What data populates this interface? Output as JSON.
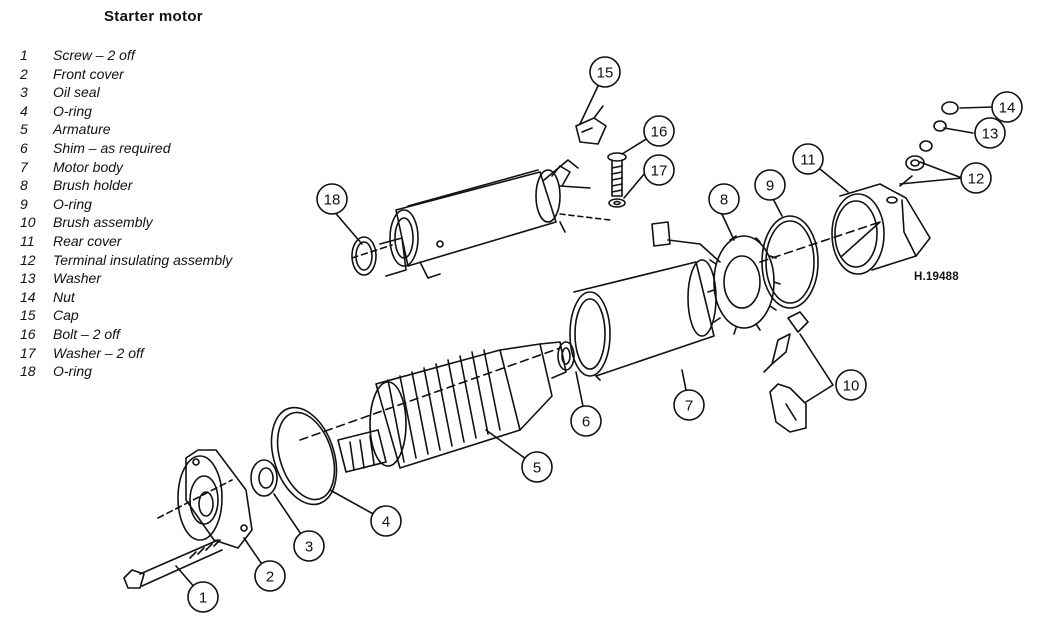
{
  "title": "Starter motor",
  "reference": "H.19488",
  "legend": [
    {
      "num": "1",
      "label": "Screw – 2 off"
    },
    {
      "num": "2",
      "label": "Front cover"
    },
    {
      "num": "3",
      "label": "Oil seal"
    },
    {
      "num": "4",
      "label": "O-ring"
    },
    {
      "num": "5",
      "label": "Armature"
    },
    {
      "num": "6",
      "label": "Shim – as required"
    },
    {
      "num": "7",
      "label": "Motor body"
    },
    {
      "num": "8",
      "label": "Brush holder"
    },
    {
      "num": "9",
      "label": "O-ring"
    },
    {
      "num": "10",
      "label": "Brush assembly"
    },
    {
      "num": "11",
      "label": "Rear cover"
    },
    {
      "num": "12",
      "label": "Terminal insulating assembly"
    },
    {
      "num": "13",
      "label": "Washer"
    },
    {
      "num": "14",
      "label": "Nut"
    },
    {
      "num": "15",
      "label": "Cap"
    },
    {
      "num": "16",
      "label": "Bolt – 2 off"
    },
    {
      "num": "17",
      "label": "Washer – 2 off"
    },
    {
      "num": "18",
      "label": "O-ring"
    }
  ],
  "callouts": [
    "1",
    "2",
    "3",
    "4",
    "5",
    "6",
    "7",
    "8",
    "9",
    "10",
    "11",
    "12",
    "13",
    "14",
    "15",
    "16",
    "17",
    "18"
  ]
}
